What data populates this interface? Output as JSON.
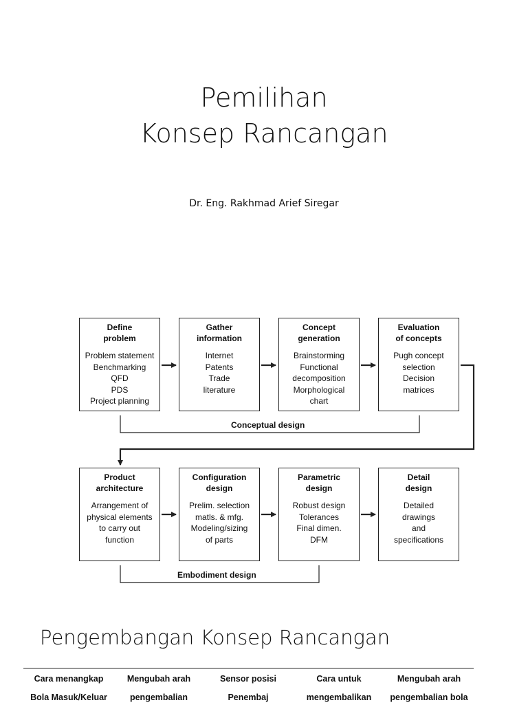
{
  "slide": {
    "title_line1": "Pemilihan",
    "title_line2": "Konsep Rancangan",
    "author": "Dr. Eng. Rakhmad Arief Siregar"
  },
  "diagram": {
    "row1": [
      {
        "head": "Define\nproblem",
        "body": "Problem statement\nBenchmarking\nQFD\nPDS\nProject planning"
      },
      {
        "head": "Gather\ninformation",
        "body": "Internet\nPatents\nTrade\nliterature"
      },
      {
        "head": "Concept\ngeneration",
        "body": "Brainstorming\nFunctional\ndecomposition\nMorphological\nchart"
      },
      {
        "head": "Evaluation\nof concepts",
        "body": "Pugh concept\nselection\nDecision\nmatrices"
      }
    ],
    "row2": [
      {
        "head": "Product\narchitecture",
        "body": "Arrangement of\nphysical elements\nto carry out\nfunction"
      },
      {
        "head": "Configuration\ndesign",
        "body": "Prelim. selection\nmatls. & mfg.\nModeling/sizing\nof parts"
      },
      {
        "head": "Parametric\ndesign",
        "body": "Robust design\nTolerances\nFinal dimen.\nDFM"
      },
      {
        "head": "Detail\ndesign",
        "body": "Detailed\ndrawings\nand\nspecifications"
      }
    ],
    "phase1_label": "Conceptual design",
    "phase2_label": "Embodiment design"
  },
  "section": {
    "title": "Pengembangan Konsep Rancangan"
  },
  "table": {
    "headers": [
      "Cara menangkap\nBola Masuk/Keluar",
      "Mengubah arah\npengembalian",
      "Sensor posisi\nPenembaj",
      "Cara untuk\nmengembalikan",
      "Mengubah arah\npengembalian bola"
    ]
  }
}
